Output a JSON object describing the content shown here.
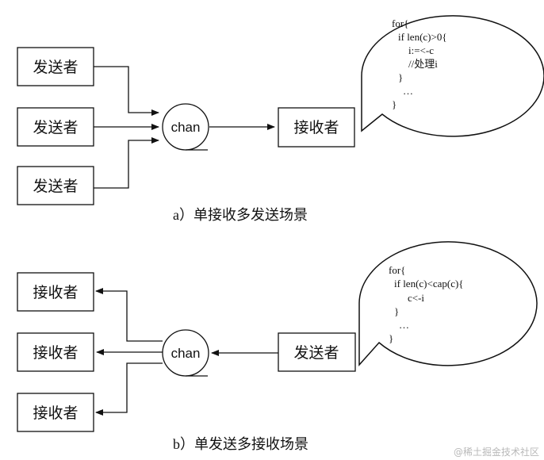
{
  "diagram_a": {
    "senders": [
      "发送者",
      "发送者",
      "发送者"
    ],
    "channel": "chan",
    "receiver": "接收者",
    "code": [
      "for{",
      "if len(c)>0{",
      "i:=<-c",
      "//处理i",
      "}",
      "…",
      "}"
    ],
    "caption": "a）单接收多发送场景"
  },
  "diagram_b": {
    "receivers": [
      "接收者",
      "接收者",
      "接收者"
    ],
    "channel": "chan",
    "sender": "发送者",
    "code": [
      "for{",
      "if len(c)<cap(c){",
      "c<-i",
      "}",
      "…",
      "}"
    ],
    "caption": "b）单发送多接收场景"
  },
  "watermark": "@稀土掘金技术社区"
}
